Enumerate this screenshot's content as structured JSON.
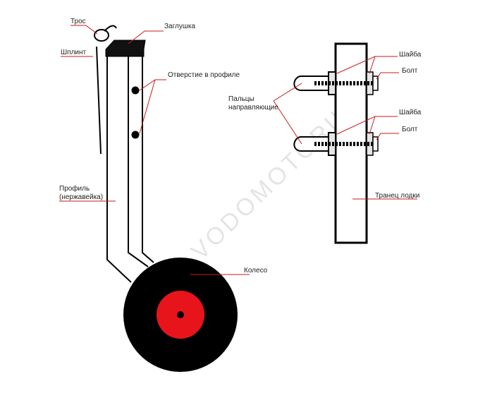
{
  "colors": {
    "outline": "#000000",
    "leader": "#cc1a1a",
    "hub": "#e8141c",
    "tire": "#000000",
    "washer": "#e6e6e6"
  },
  "labels": {
    "tros": "Трос",
    "shplint": "Шплинт",
    "zaglushka": "Заглушка",
    "otverstie": "Отверстие в профиле",
    "profil_line1": "Профиль",
    "profil_line2": "(нержавейка)",
    "koleso": "Колесо",
    "paltsy_line1": "Пальцы",
    "paltsy_line2": "направляющие",
    "shaiba_top": "Шайба",
    "bolt_top": "Болт",
    "shaiba_bottom": "Шайба",
    "bolt_bottom": "Болт",
    "tranets": "Транец лодки"
  },
  "watermark": {
    "text": "VODOMOTORIKA"
  }
}
